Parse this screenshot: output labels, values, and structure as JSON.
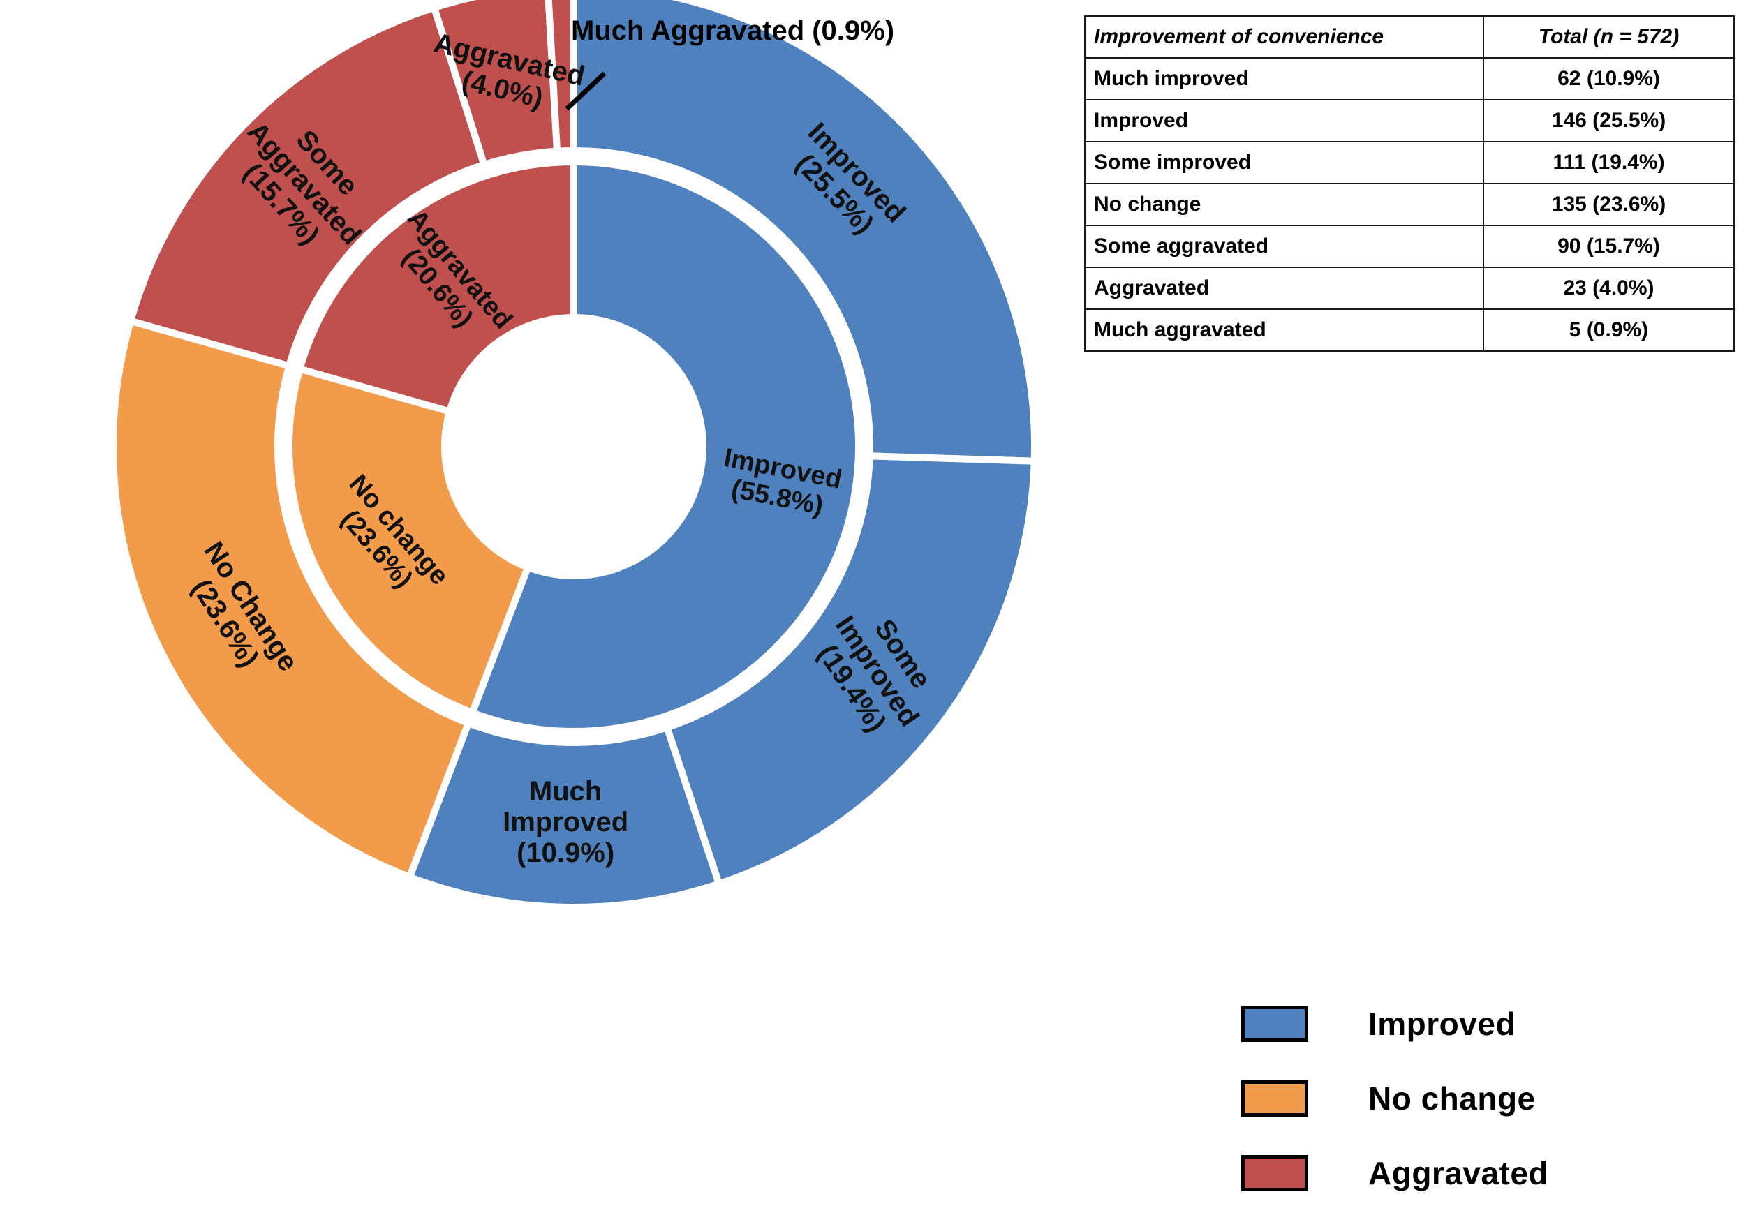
{
  "chart_data": {
    "type": "pie",
    "title": "",
    "subtype": "nested-donut",
    "legend_position": "bottom-right",
    "total_n": 572,
    "colors": {
      "improved": "#4E81BD",
      "no_change": "#F29B4B",
      "aggravated": "#C0504D",
      "separator": "#FFFFFF",
      "label_text": "#111111"
    },
    "inner_ring": {
      "name": "Grouped category",
      "slices": [
        {
          "label": "Improved",
          "percent": 55.8,
          "text": "Improved\n(55.8%)",
          "color_key": "improved"
        },
        {
          "label": "No change",
          "percent": 23.6,
          "text": "No change\n(23.6%)",
          "color_key": "no_change"
        },
        {
          "label": "Aggravated",
          "percent": 20.6,
          "text": "Aggravated\n(20.6%)",
          "color_key": "aggravated"
        }
      ]
    },
    "outer_ring": {
      "name": "Improvement of convenience",
      "slices": [
        {
          "label": "Improved",
          "percent": 25.5,
          "count": 146,
          "text": "Improved\n(25.5%)",
          "color_key": "improved"
        },
        {
          "label": "Some Improved",
          "percent": 19.4,
          "count": 111,
          "text": "Some\nImproved\n(19.4%)",
          "color_key": "improved"
        },
        {
          "label": "Much Improved",
          "percent": 10.9,
          "count": 62,
          "text": "Much\nImproved\n(10.9%)",
          "color_key": "improved"
        },
        {
          "label": "No Change",
          "percent": 23.6,
          "count": 135,
          "text": "No Change\n(23.6%)",
          "color_key": "no_change"
        },
        {
          "label": "Some Aggravated",
          "percent": 15.7,
          "count": 90,
          "text": "Some\nAggravated\n(15.7%)",
          "color_key": "aggravated"
        },
        {
          "label": "Aggravated",
          "percent": 4.0,
          "count": 23,
          "text": "Aggravated\n(4.0%)",
          "color_key": "aggravated"
        },
        {
          "label": "Much Aggravated",
          "percent": 0.9,
          "count": 5,
          "text": "",
          "color_key": "aggravated"
        }
      ]
    },
    "annotations": [
      {
        "name": "much-aggravated-callout",
        "text": "Much Aggravated (0.9%)"
      }
    ],
    "legend": [
      {
        "label": "Improved",
        "color": "#4E81BD"
      },
      {
        "label": "No change",
        "color": "#F29B4B"
      },
      {
        "label": "Aggravated",
        "color": "#C0504D"
      }
    ]
  },
  "table": {
    "header": {
      "label": "Improvement of convenience",
      "total": "Total (n = 572)"
    },
    "rows": [
      {
        "label": "Much improved",
        "total": "62 (10.9%)"
      },
      {
        "label": "Improved",
        "total": "146 (25.5%)"
      },
      {
        "label": "Some improved",
        "total": "111 (19.4%)"
      },
      {
        "label": "No change",
        "total": "135 (23.6%)"
      },
      {
        "label": "Some aggravated",
        "total": "90 (15.7%)"
      },
      {
        "label": "Aggravated",
        "total": "23 (4.0%)"
      },
      {
        "label": "Much aggravated",
        "total": "5 (0.9%)"
      }
    ]
  }
}
